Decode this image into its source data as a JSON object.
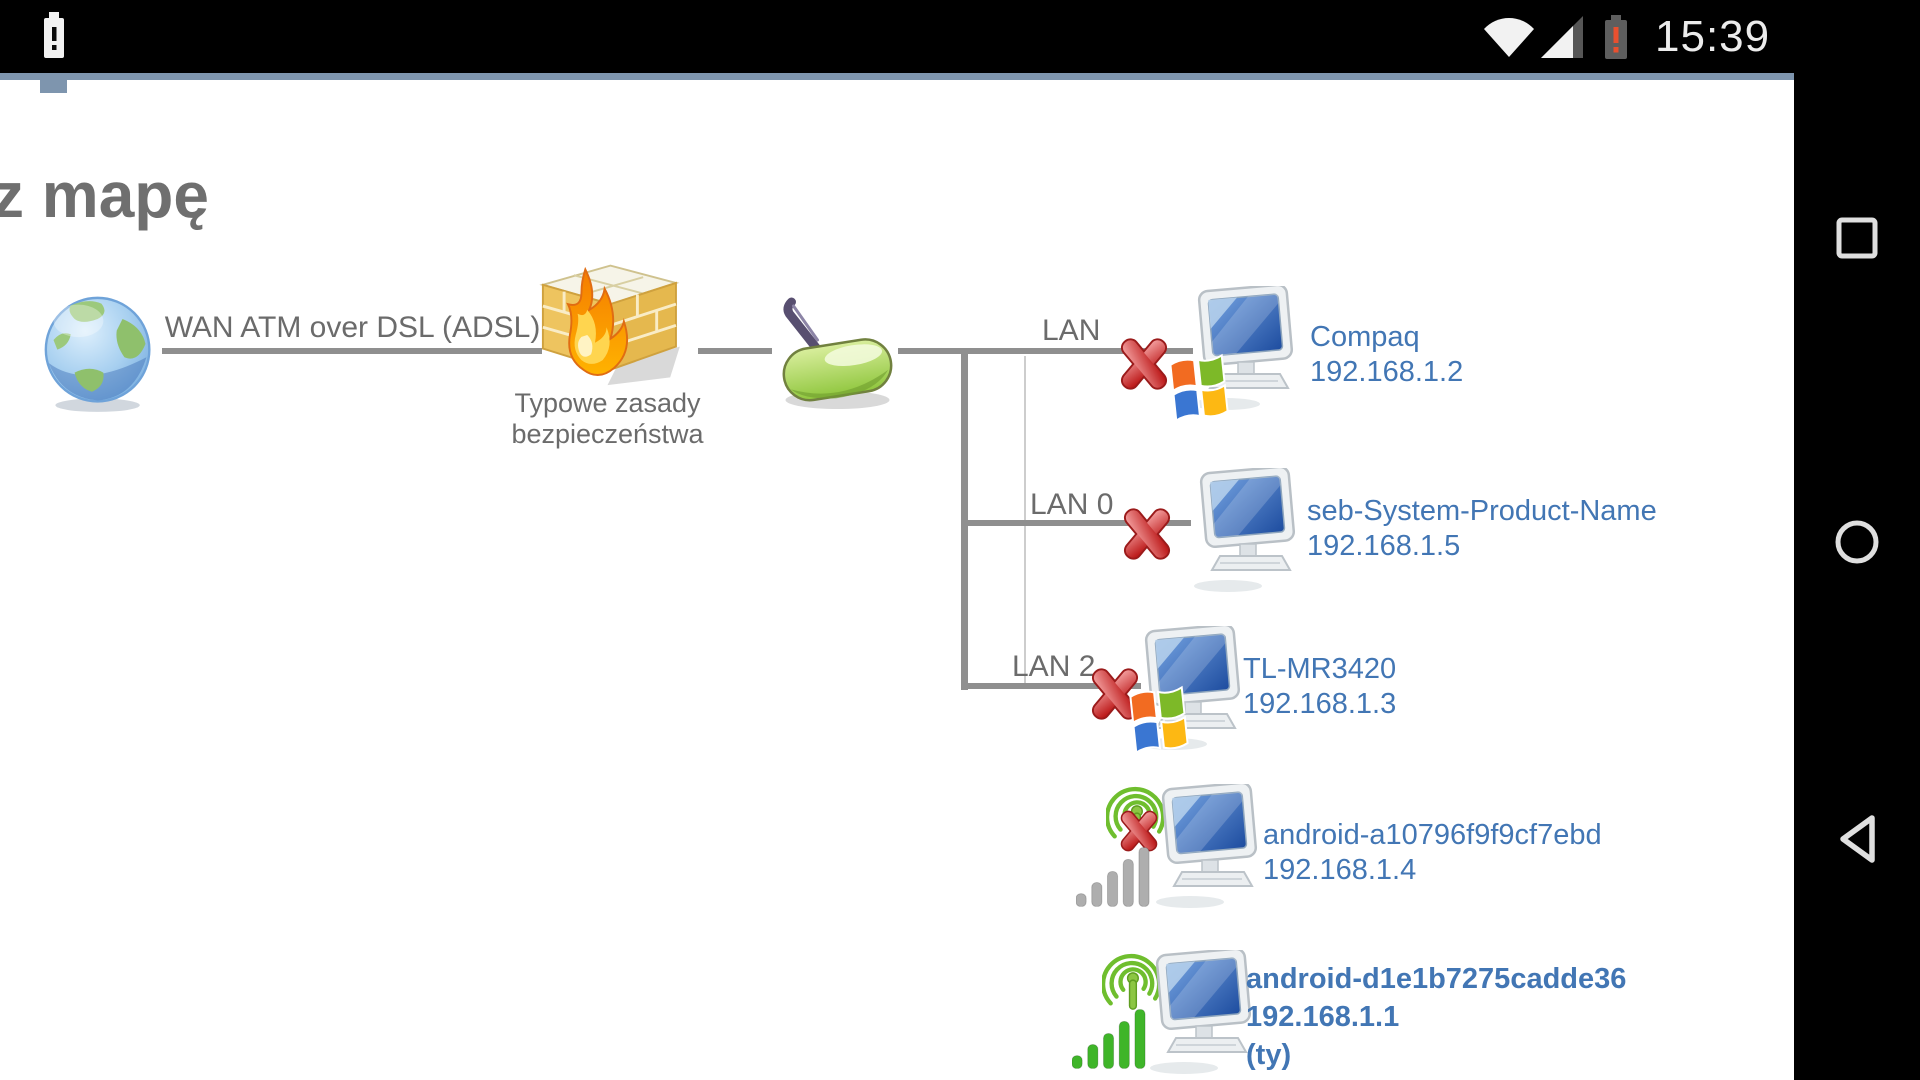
{
  "status_bar": {
    "time": "15:39",
    "notification_icon": "battery-alert-notification",
    "wifi_icon": "wifi-full",
    "cellular_icon": "cellular-signal-partial",
    "battery_icon": "battery-alert"
  },
  "browser": {
    "accent_line_color": "#7e95ae"
  },
  "page": {
    "title_visible": "z mapę"
  },
  "diagram": {
    "wan_link_label": "WAN ATM over DSL (ADSL)",
    "firewall_label": [
      "Typowe zasady",
      "bezpieczeństwa"
    ],
    "internet_icon": "globe",
    "gateway_icon": "router",
    "devices": [
      {
        "port": "LAN",
        "name": "Compaq",
        "ip": "192.168.1.2",
        "connection": "wired",
        "status": "blocked",
        "os_badge": "windows"
      },
      {
        "port": "LAN 0",
        "name": "seb-System-Product-Name",
        "ip": "192.168.1.5",
        "connection": "wired",
        "status": "blocked"
      },
      {
        "port": "LAN 2",
        "name": "TL-MR3420",
        "ip": "192.168.1.3",
        "connection": "wired",
        "status": "blocked",
        "os_badge": "windows"
      },
      {
        "name": "android-a10796f9f9cf7ebd",
        "ip": "192.168.1.4",
        "connection": "wireless",
        "status": "blocked"
      },
      {
        "name": "android-d1e1b7275cadde36",
        "ip": "192.168.1.1",
        "note": "(ty)",
        "connection": "wireless",
        "status": "connected",
        "highlight": true
      }
    ]
  },
  "nav_bar": {
    "buttons": [
      "recents",
      "home",
      "back"
    ]
  },
  "colors": {
    "link_blue": "#4276b4",
    "diagram_gray": "#6b6b6b",
    "line_gray": "#8f8f8f",
    "accent_line": "#7e95ae",
    "bars_inactive": "#aeaeae",
    "bars_active": "#3fb529",
    "blocked_red": "#c21616"
  }
}
